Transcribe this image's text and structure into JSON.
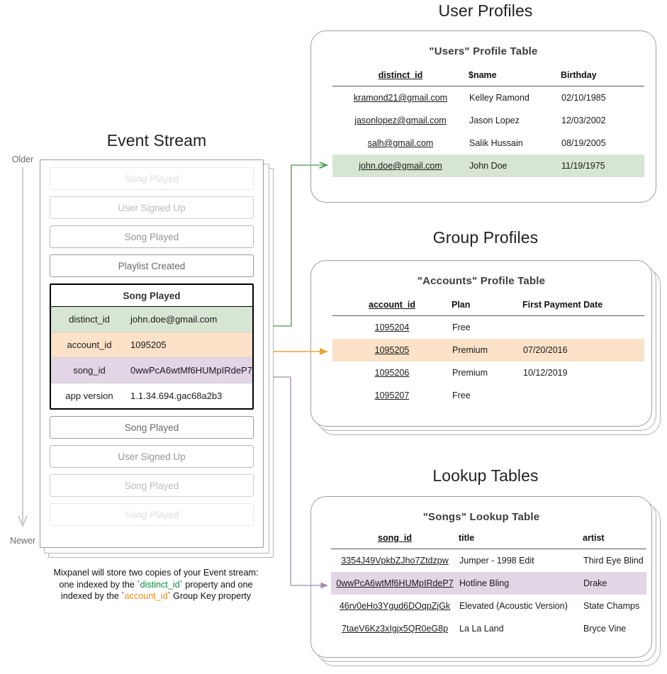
{
  "sections": {
    "event_stream_title": "Event Stream",
    "user_profiles_title": "User Profiles",
    "group_profiles_title": "Group Profiles",
    "lookup_tables_title": "Lookup Tables"
  },
  "age_axis": {
    "older": "Older",
    "newer": "Newer"
  },
  "event_stream": {
    "events_before": [
      {
        "label": "Song Played"
      },
      {
        "label": "User Signed Up"
      },
      {
        "label": "Song Played"
      },
      {
        "label": "Playlist Created"
      }
    ],
    "selected_event": {
      "name": "Song Played",
      "properties": [
        {
          "key": "distinct_id",
          "value": "john.doe@gmail.com",
          "highlight": "green"
        },
        {
          "key": "account_id",
          "value": "1095205",
          "highlight": "orange"
        },
        {
          "key": "song_id",
          "value": "0wwPcA6wtMf6HUMpIRdeP7",
          "highlight": "purple"
        },
        {
          "key": "app version",
          "value": "1.1.34.694.gac68a2b3",
          "highlight": "none"
        }
      ]
    },
    "events_after": [
      {
        "label": "Song Played"
      },
      {
        "label": "User Signed Up"
      },
      {
        "label": "Song Played"
      },
      {
        "label": "Song Played"
      }
    ]
  },
  "caption": {
    "line1": "Mixpanel will store two copies of your Event stream:",
    "line2_a": "one indexed by the `",
    "line2_token": "distinct_id",
    "line2_b": "` property and one",
    "line3_a": "indexed by the `",
    "line3_token": "account_id",
    "line3_b": "` Group Key property"
  },
  "users_table": {
    "title": "\"Users\" Profile Table",
    "columns": [
      "distinct_id",
      "$name",
      "Birthday"
    ],
    "rows": [
      {
        "cells": [
          "kramond21@gmail.com",
          "Kelley Ramond",
          "02/10/1985"
        ],
        "highlight": "none"
      },
      {
        "cells": [
          "jasonlopez@gmail.com",
          "Jason Lopez",
          "12/03/2002"
        ],
        "highlight": "none"
      },
      {
        "cells": [
          "salh@gmail.com",
          "Salik Hussain",
          "08/19/2005"
        ],
        "highlight": "none"
      },
      {
        "cells": [
          "john.doe@gmail.com",
          "John Doe",
          "11/19/1975"
        ],
        "highlight": "green"
      }
    ]
  },
  "accounts_table": {
    "title": "\"Accounts\" Profile Table",
    "columns": [
      "account_id",
      "Plan",
      "First Payment Date"
    ],
    "rows": [
      {
        "cells": [
          "1095204",
          "Free",
          ""
        ],
        "highlight": "none"
      },
      {
        "cells": [
          "1095205",
          "Premium",
          "07/20/2016"
        ],
        "highlight": "orange"
      },
      {
        "cells": [
          "1095206",
          "Premium",
          "10/12/2019"
        ],
        "highlight": "none"
      },
      {
        "cells": [
          "1095207",
          "Free",
          ""
        ],
        "highlight": "none"
      }
    ]
  },
  "songs_table": {
    "title": "\"Songs\" Lookup Table",
    "columns": [
      "song_id",
      "title",
      "artist"
    ],
    "rows": [
      {
        "cells": [
          "3354J49VpkbZJho7Ztdzpw",
          "Jumper - 1998 Edit",
          "Third Eye Blind"
        ],
        "highlight": "none"
      },
      {
        "cells": [
          "0wwPcA6wtMf6HUMpIRdeP7",
          "Hotline Bling",
          "Drake"
        ],
        "highlight": "purple"
      },
      {
        "cells": [
          "46rv0eHo3Ygud6DOqpZjGk",
          "Elevated (Acoustic Version)",
          "State Champs"
        ],
        "highlight": "none"
      },
      {
        "cells": [
          "7taeV6Kz3xIgjx5QR0eG8p",
          "La La Land",
          "Bryce Vine"
        ],
        "highlight": "none"
      }
    ]
  },
  "colors": {
    "green": "#d6e6d2",
    "orange": "#fbe1c7",
    "purple": "#e2d5e6",
    "arrow_green": "#4a9a52",
    "arrow_orange": "#e8a33d",
    "arrow_purple": "#a08cab",
    "card_border": "#9e9e9e"
  }
}
